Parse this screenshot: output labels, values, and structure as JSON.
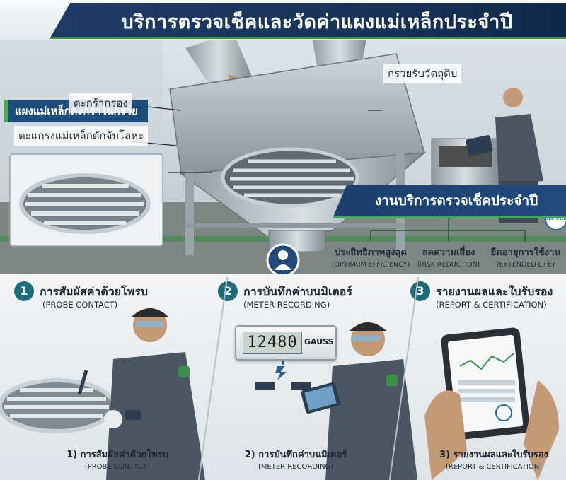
{
  "header": {
    "title": "บริการตรวจเช็คและวัดค่าแผงแม่เหล็กประจำปี"
  },
  "scene": {
    "labels": {
      "highlight": "แผงแม่เหล็กตะกร้าในกรวย",
      "basket": "ตะกร้ากรอง",
      "grate": "ตะแกรงแม่เหล็กดักจับโลหะ",
      "hopper": "กรวยรับวัตถุดิบ"
    },
    "badge": "CERTIFIED",
    "service_title": "งานบริการตรวจเช็คประจำปี",
    "benefits": [
      {
        "th": "ประสิทธิภาพสูงสุด",
        "en": "(OPTIMUM EFFICIENCY)"
      },
      {
        "th": "ลดความเสี่ยง",
        "en": "(RISK REDUCTION)"
      },
      {
        "th": "ยืดอายุการใช้งาน",
        "en": "(EXTENDED LIFE)"
      }
    ]
  },
  "steps": [
    {
      "num": "1",
      "title": "การสัมผัสค่าด้วยโพรบ",
      "sub": "(PROBE CONTACT)",
      "caption_th": "1) การสัมผัสค่าด้วยโพรบ",
      "caption_en": "(PROBE CONTACT)"
    },
    {
      "num": "2",
      "title": "การบันทึกค่าบนมิเตอร์",
      "sub": "(METER RECORDING)",
      "caption_th": "2) การบันทึกค่าบนมิเตอร์",
      "caption_en": "(METER RECORDING)"
    },
    {
      "num": "3",
      "title": "รายงานผลและใบรับรอง",
      "sub": "(REPORT & CERTIFICATION)",
      "caption_th": "3) รายงานผลและใบรับรอง",
      "caption_en": "(REPORT & CERTIFICATION)"
    }
  ],
  "meter": {
    "value": "12480",
    "unit": "GAUSS"
  },
  "colors": {
    "navy": "#1e3c66",
    "green": "#48a456",
    "teal": "#1f6b77"
  },
  "icons": [
    "worker-icon",
    "lightning-icon",
    "arrow-down-icon",
    "magnet-grate-icon",
    "tablet-icon"
  ]
}
